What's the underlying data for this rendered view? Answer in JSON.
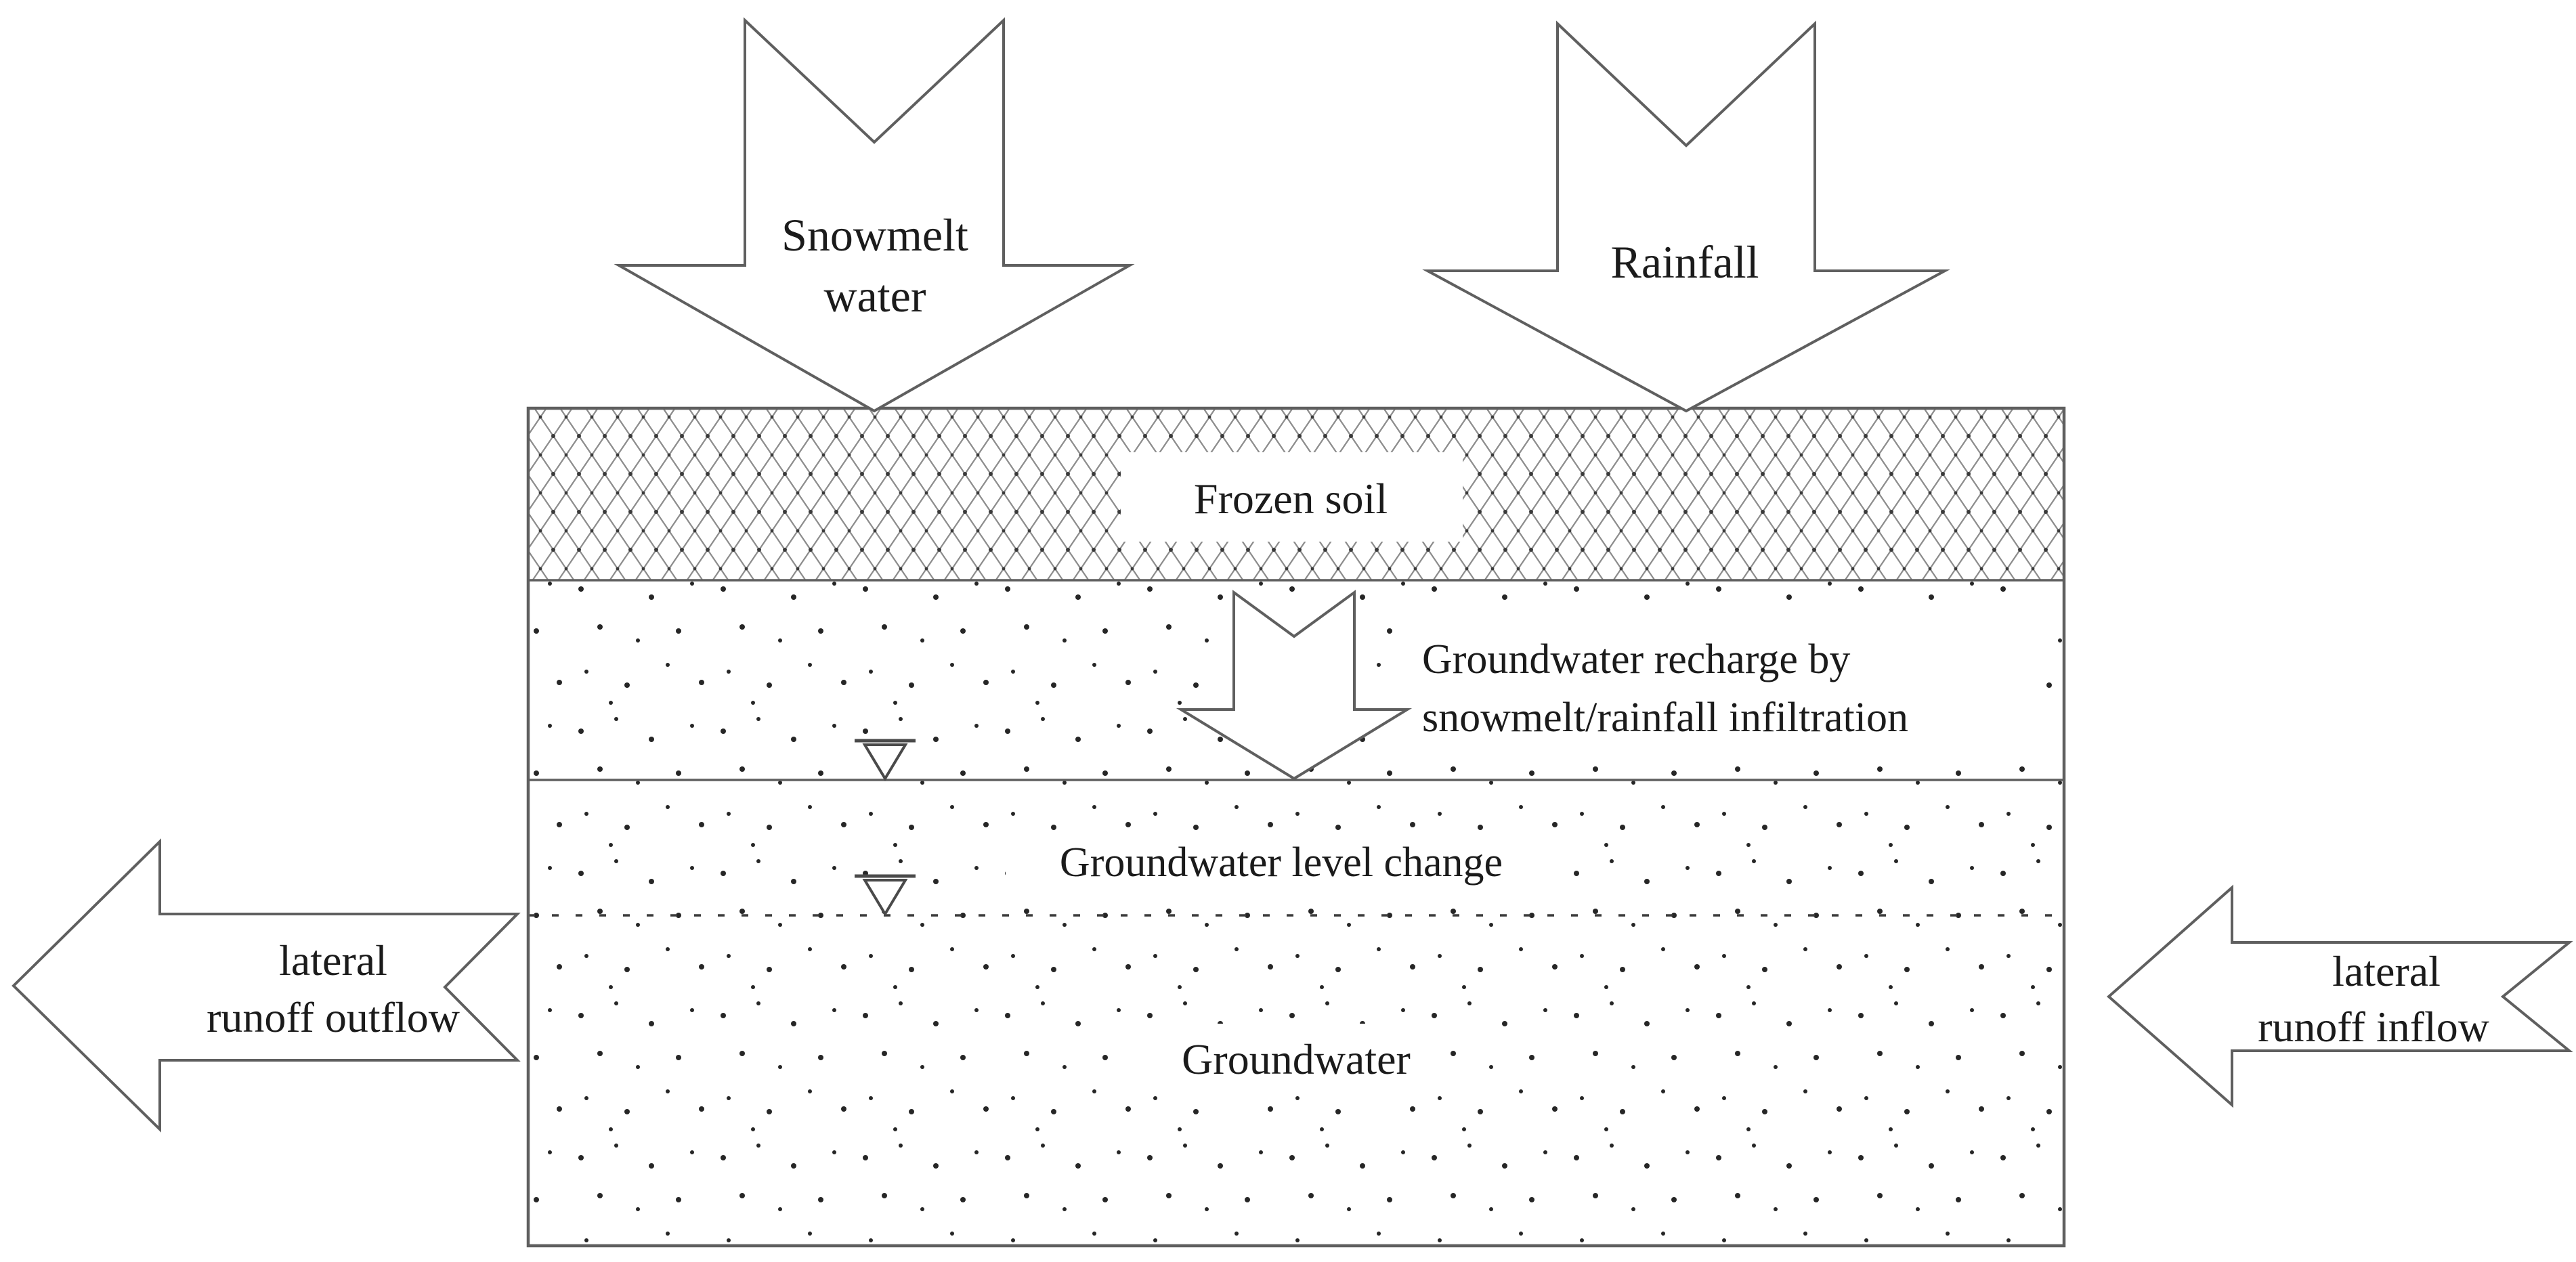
{
  "diagram": {
    "inputs": {
      "snowmelt": {
        "line1": "Snowmelt",
        "line2": "water"
      },
      "rainfall": {
        "label": "Rainfall"
      }
    },
    "soil": {
      "frozen": {
        "label": "Frozen soil"
      },
      "recharge": {
        "line1": "Groundwater recharge by",
        "line2": "snowmelt/rainfall infiltration"
      },
      "level_change": {
        "label": "Groundwater level change"
      },
      "groundwater": {
        "label": "Groundwater"
      }
    },
    "lateral": {
      "outflow": {
        "line1": "lateral",
        "line2": "runoff outflow"
      },
      "inflow": {
        "line1": "lateral",
        "line2": "runoff inflow"
      }
    },
    "colors": {
      "stroke": "#5f5f5f",
      "text": "#1b1b1b",
      "background": "#ffffff"
    }
  }
}
